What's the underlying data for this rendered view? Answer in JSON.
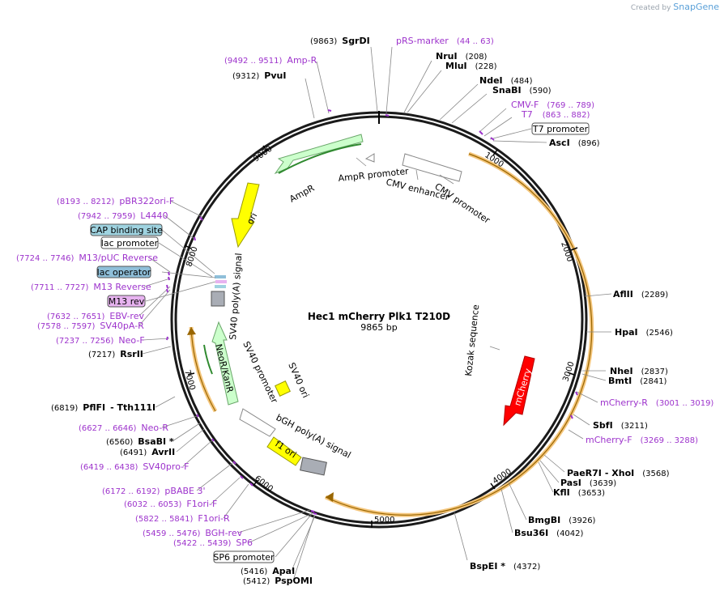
{
  "credit": {
    "prefix": "Created by",
    "brand": "SnapGene"
  },
  "plasmid": {
    "name": "Hec1 mCherry Plk1 T210D",
    "size": "9865 bp",
    "length": 9865
  },
  "ticks": [
    "1000",
    "2000",
    "3000",
    "4000",
    "5000",
    "6000",
    "7000",
    "8000",
    "9000"
  ],
  "enzymes": [
    {
      "name": "SgrDI",
      "pos": "(9863)"
    },
    {
      "name": "NruI",
      "pos": "(208)"
    },
    {
      "name": "MluI",
      "pos": "(228)"
    },
    {
      "name": "NdeI",
      "pos": "(484)"
    },
    {
      "name": "SnaBI",
      "pos": "(590)"
    },
    {
      "name": "AscI",
      "pos": "(896)"
    },
    {
      "name": "AflII",
      "pos": "(2289)"
    },
    {
      "name": "HpaI",
      "pos": "(2546)"
    },
    {
      "name": "NheI",
      "pos": "(2837)"
    },
    {
      "name": "BmtI",
      "pos": "(2841)"
    },
    {
      "name": "SbfI",
      "pos": "(3211)"
    },
    {
      "name": "PaeR7I",
      "pos": "(3568)",
      "extra": "- XhoI"
    },
    {
      "name": "PasI",
      "pos": "(3639)"
    },
    {
      "name": "KflI",
      "pos": "(3653)"
    },
    {
      "name": "BmgBI",
      "pos": "(3926)"
    },
    {
      "name": "Bsu36I",
      "pos": "(4042)"
    },
    {
      "name": "BspEI *",
      "pos": "(4372)"
    },
    {
      "name": "PvuI",
      "pos": "(9312)"
    },
    {
      "name": "RsrII",
      "pos": "(7217)"
    },
    {
      "name": "PflFI",
      "pos": "(6819)",
      "extra": "- Tth111I"
    },
    {
      "name": "BsaBI *",
      "pos": "(6560)"
    },
    {
      "name": "AvrII",
      "pos": "(6491)"
    },
    {
      "name": "ApaI",
      "pos": "(5416)"
    },
    {
      "name": "PspOMI",
      "pos": "(5412)"
    }
  ],
  "primers": [
    {
      "name": "pRS-marker",
      "range": "(44 .. 63)"
    },
    {
      "name": "Amp-R",
      "range": "(9492 .. 9511)"
    },
    {
      "name": "CMV-F",
      "range": "(769 .. 789)"
    },
    {
      "name": "T7",
      "range": "(863 .. 882)"
    },
    {
      "name": "pBR322ori-F",
      "range": "(8193 .. 8212)"
    },
    {
      "name": "L4440",
      "range": "(7942 .. 7959)"
    },
    {
      "name": "M13/pUC Reverse",
      "range": "(7724 .. 7746)"
    },
    {
      "name": "M13 Reverse",
      "range": "(7711 .. 7727)"
    },
    {
      "name": "EBV-rev",
      "range": "(7632 .. 7651)"
    },
    {
      "name": "SV40pA-R",
      "range": "(7578 .. 7597)"
    },
    {
      "name": "Neo-F",
      "range": "(7237 .. 7256)"
    },
    {
      "name": "mCherry-R",
      "range": "(3001 .. 3019)"
    },
    {
      "name": "mCherry-F",
      "range": "(3269 .. 3288)"
    },
    {
      "name": "Neo-R",
      "range": "(6627 .. 6646)"
    },
    {
      "name": "SV40pro-F",
      "range": "(6419 .. 6438)"
    },
    {
      "name": "pBABE 3'",
      "range": "(6172 .. 6192)"
    },
    {
      "name": "F1ori-F",
      "range": "(6032 .. 6053)"
    },
    {
      "name": "F1ori-R",
      "range": "(5822 .. 5841)"
    },
    {
      "name": "BGH-rev",
      "range": "(5459 .. 5476)"
    },
    {
      "name": "SP6",
      "range": "(5422 .. 5439)"
    }
  ],
  "boxed": [
    {
      "name": "T7 promoter"
    },
    {
      "name": "CAP binding site"
    },
    {
      "name": "lac promoter"
    },
    {
      "name": "lac operator"
    },
    {
      "name": "M13 rev"
    },
    {
      "name": "SP6 promoter"
    }
  ],
  "features": [
    {
      "name": "AmpR promoter"
    },
    {
      "name": "CMV enhancer"
    },
    {
      "name": "CMV promoter"
    },
    {
      "name": "AmpR"
    },
    {
      "name": "ori"
    },
    {
      "name": "Kozak sequence"
    },
    {
      "name": "mCherry"
    },
    {
      "name": "SV40 poly(A) signal"
    },
    {
      "name": "NeoR/KanR"
    },
    {
      "name": "SV40 promoter"
    },
    {
      "name": "SV40 ori"
    },
    {
      "name": "bGH poly(A) signal"
    },
    {
      "name": "f1 ori"
    }
  ],
  "colors": {
    "backbone": "#1a1a1a",
    "primer": "#9d33cc",
    "amp": "#ccffcc",
    "ori": "#ffff00",
    "mcherry": "#ff0000",
    "orf_highlight": "#f5c77e",
    "orf_line": "#996600",
    "cap": "#9fd3e0",
    "lacop": "#8fbfd9",
    "m13rev": "#e7b3f0"
  }
}
